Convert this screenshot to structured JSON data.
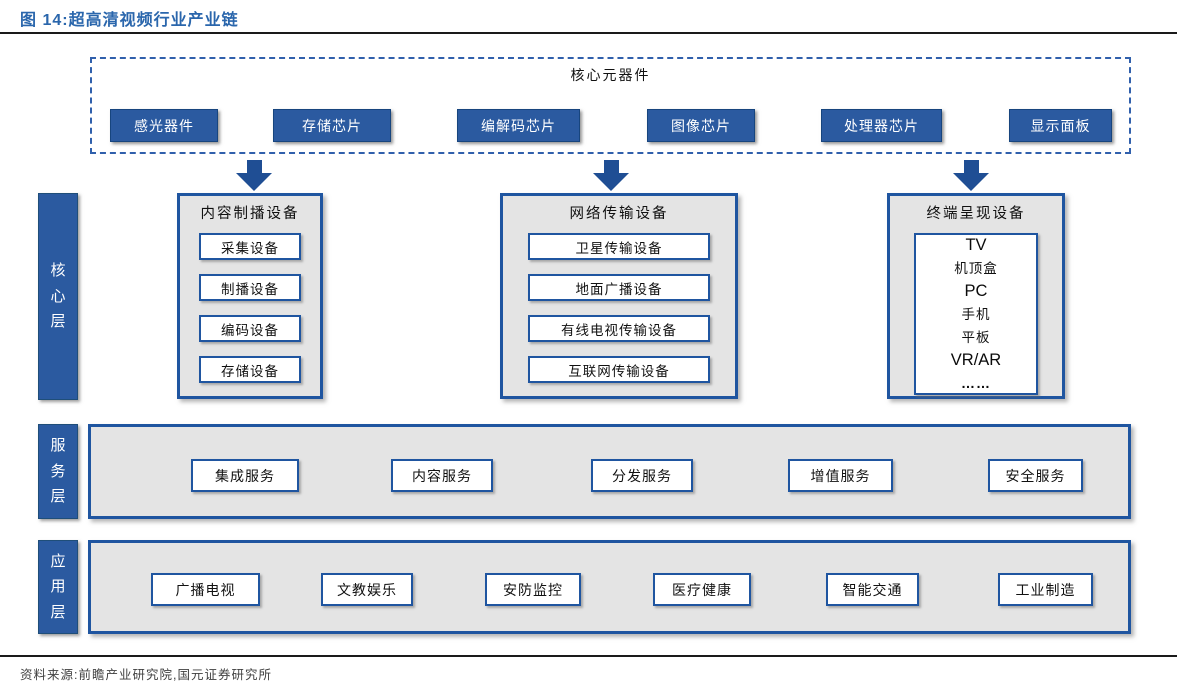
{
  "figure": {
    "title": "图 14:超高清视频行业产业链",
    "source": "资料来源:前瞻产业研究院,国元证券研究所"
  },
  "colors": {
    "accent_blue": "#2b5aa0",
    "deep_blue": "#1f4e94",
    "border_blue": "#1f55a0",
    "panel_grey": "#e4e4e4",
    "title_blue": "#2a66ac"
  },
  "core_components": {
    "label": "核心元器件",
    "items": [
      "感光器件",
      "存储芯片",
      "编解码芯片",
      "图像芯片",
      "处理器芯片",
      "显示面板"
    ]
  },
  "layers": {
    "core": {
      "label": "核心层",
      "columns": [
        {
          "title": "内容制播设备",
          "items": [
            "采集设备",
            "制播设备",
            "编码设备",
            "存储设备"
          ]
        },
        {
          "title": "网络传输设备",
          "items": [
            "卫星传输设备",
            "地面广播设备",
            "有线电视传输设备",
            "互联网传输设备"
          ]
        },
        {
          "title": "终端呈现设备",
          "devices": [
            "TV",
            "机顶盒",
            "PC",
            "手机",
            "平板",
            "VR/AR",
            "……"
          ]
        }
      ]
    },
    "service": {
      "label": "服务层",
      "items": [
        "集成服务",
        "内容服务",
        "分发服务",
        "增值服务",
        "安全服务"
      ]
    },
    "application": {
      "label": "应用层",
      "items": [
        "广播电视",
        "文教娱乐",
        "安防监控",
        "医疗健康",
        "智能交通",
        "工业制造"
      ]
    }
  }
}
